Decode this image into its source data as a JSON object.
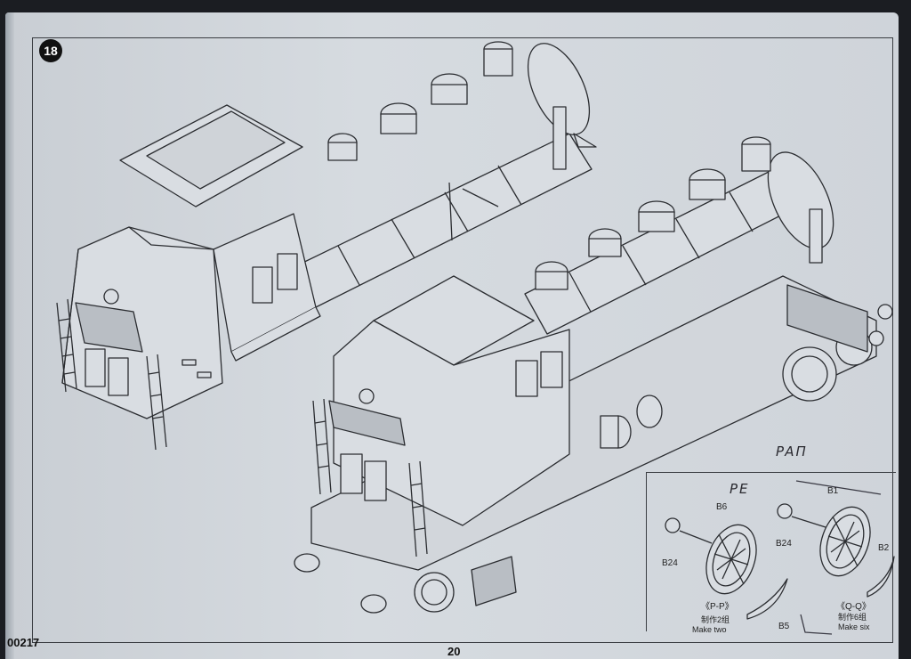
{
  "step": {
    "number": "18"
  },
  "footer": {
    "catalog_number": "00217",
    "page_number": "20"
  },
  "parts": {
    "b1": "B1",
    "b2": "B2",
    "b5_left": "B5",
    "b6": "B6",
    "b24_left": "B24",
    "b24_right": "B24"
  },
  "assemblies": {
    "left": {
      "code": "《P-P》",
      "cn": "制作2组",
      "en": "Make two"
    },
    "right": {
      "code": "《Q-Q》",
      "cn": "制作6组",
      "en": "Make six"
    }
  },
  "handwriting": {
    "note_top": "PAΠ",
    "note_mid": "PE"
  }
}
